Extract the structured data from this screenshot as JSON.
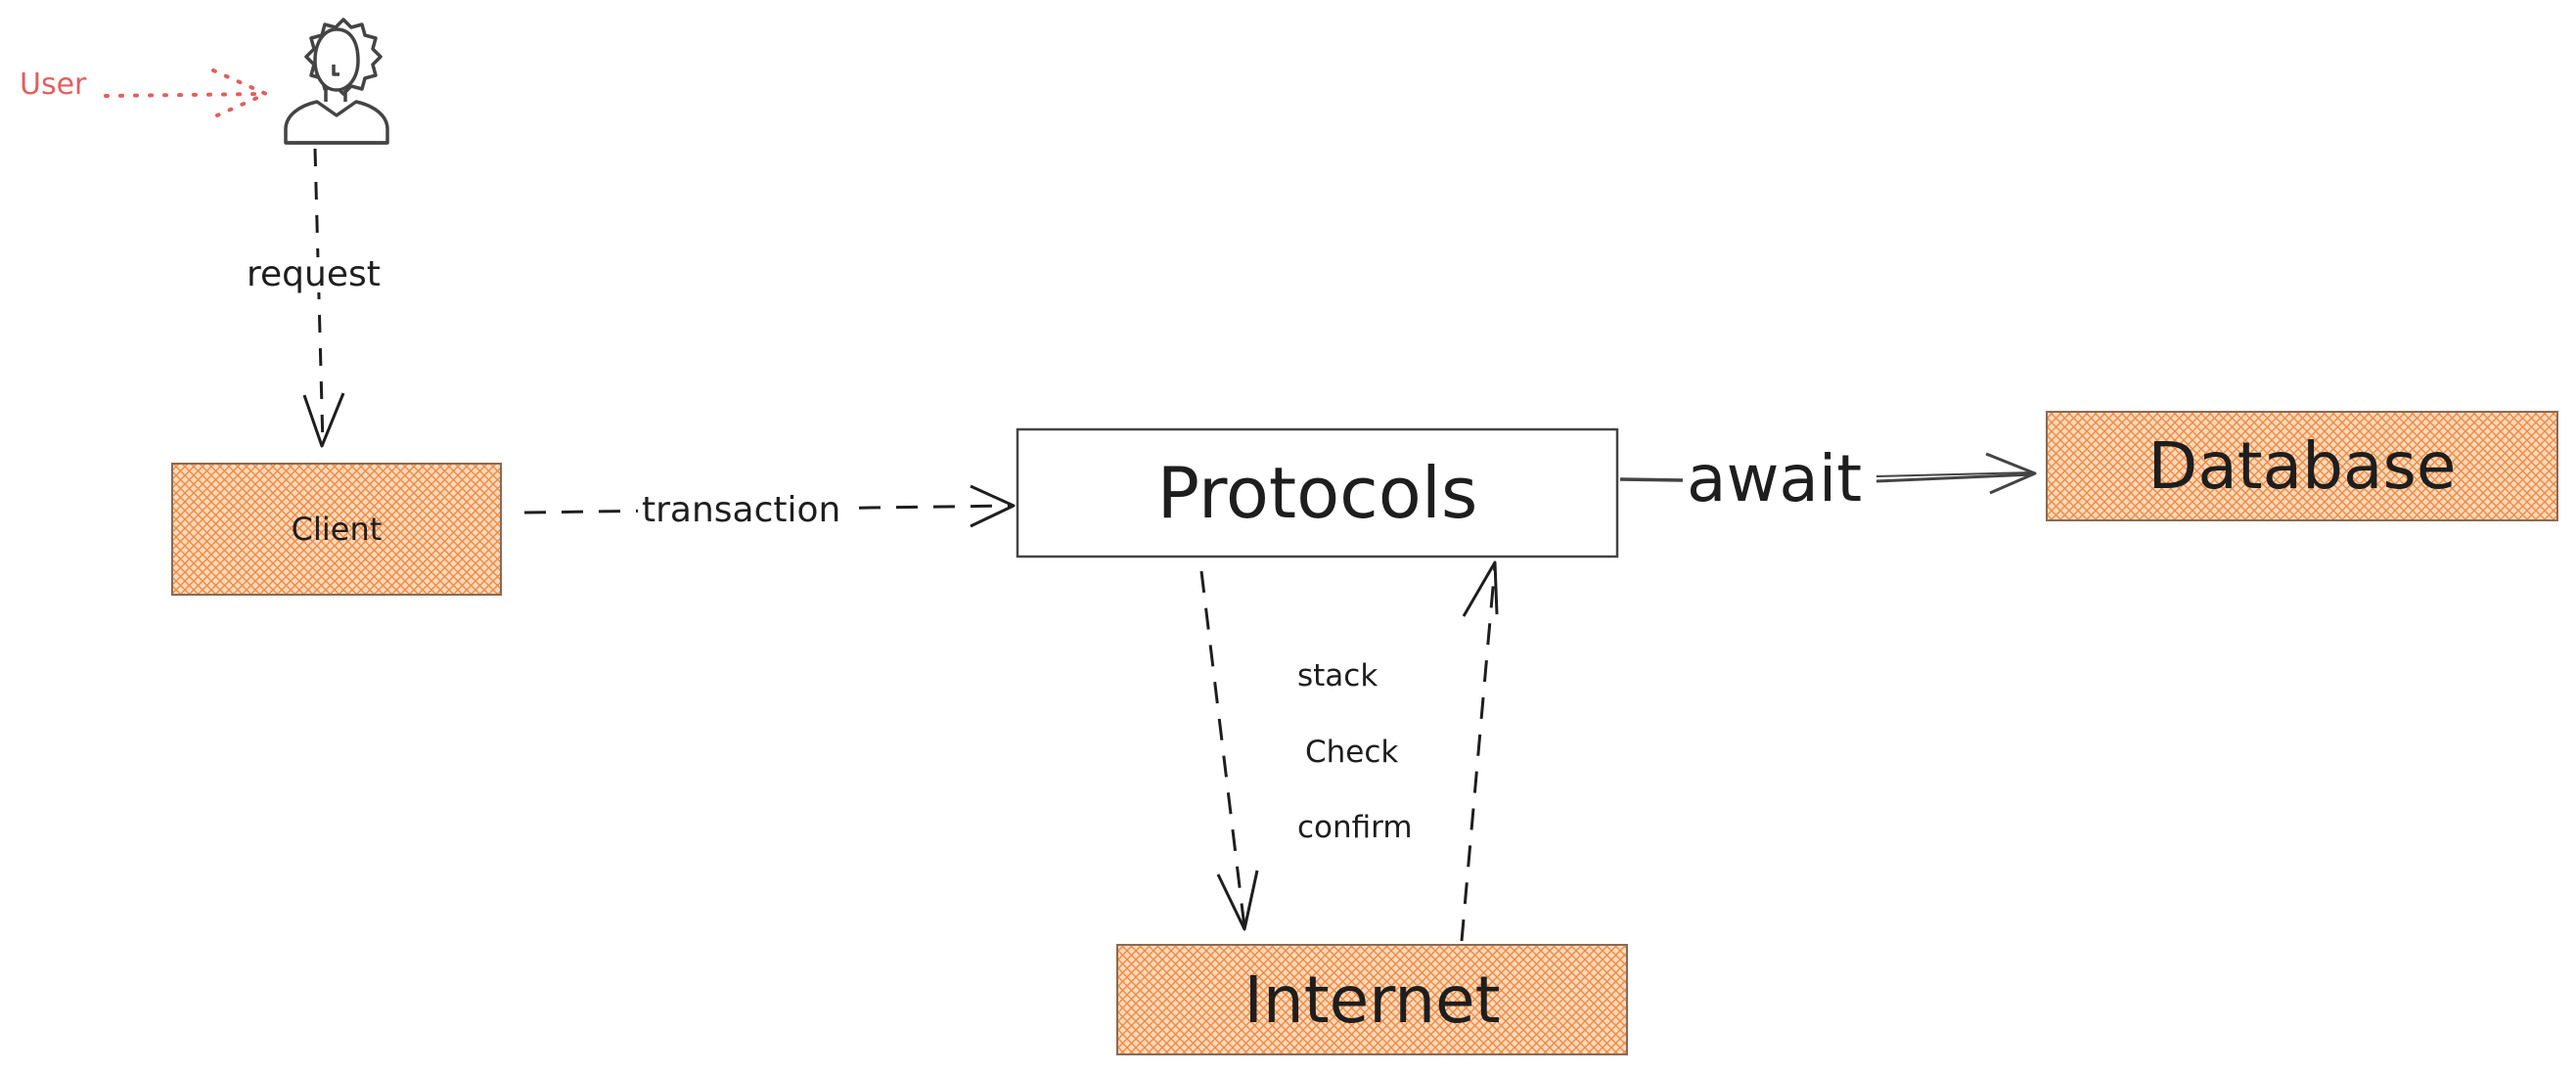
{
  "diagram": {
    "nodes": {
      "user": {
        "label": "User",
        "icon": "user-avatar-icon",
        "label_color": "#e06060"
      },
      "client": {
        "label": "Client",
        "fill": "#f5a46a"
      },
      "protocols": {
        "label": "Protocols",
        "fill": "#ffffff"
      },
      "database": {
        "label": "Database",
        "fill": "#f5a46a"
      },
      "internet": {
        "label": "Internet",
        "fill": "#f5a46a"
      }
    },
    "edges": {
      "request": {
        "label": "request",
        "from": "User",
        "to": "Client",
        "style": "dashed"
      },
      "transaction": {
        "label": "transaction",
        "from": "Client",
        "to": "Protocols",
        "style": "dashed"
      },
      "await": {
        "label": "await",
        "from": "Protocols",
        "to": "Database",
        "style": "solid"
      },
      "protocols_to_internet": {
        "from": "Protocols",
        "to": "Internet",
        "style": "dashed"
      },
      "internet_to_protocols": {
        "from": "Internet",
        "to": "Protocols",
        "style": "dashed"
      }
    },
    "annotations": {
      "stack": "stack",
      "check": "Check",
      "confirm": "confirm"
    },
    "colors": {
      "stroke": "#1e1e1e",
      "hatch": "#f08a3e",
      "box_fill": "#f5a46a",
      "user_pointer": "#e06060"
    }
  }
}
